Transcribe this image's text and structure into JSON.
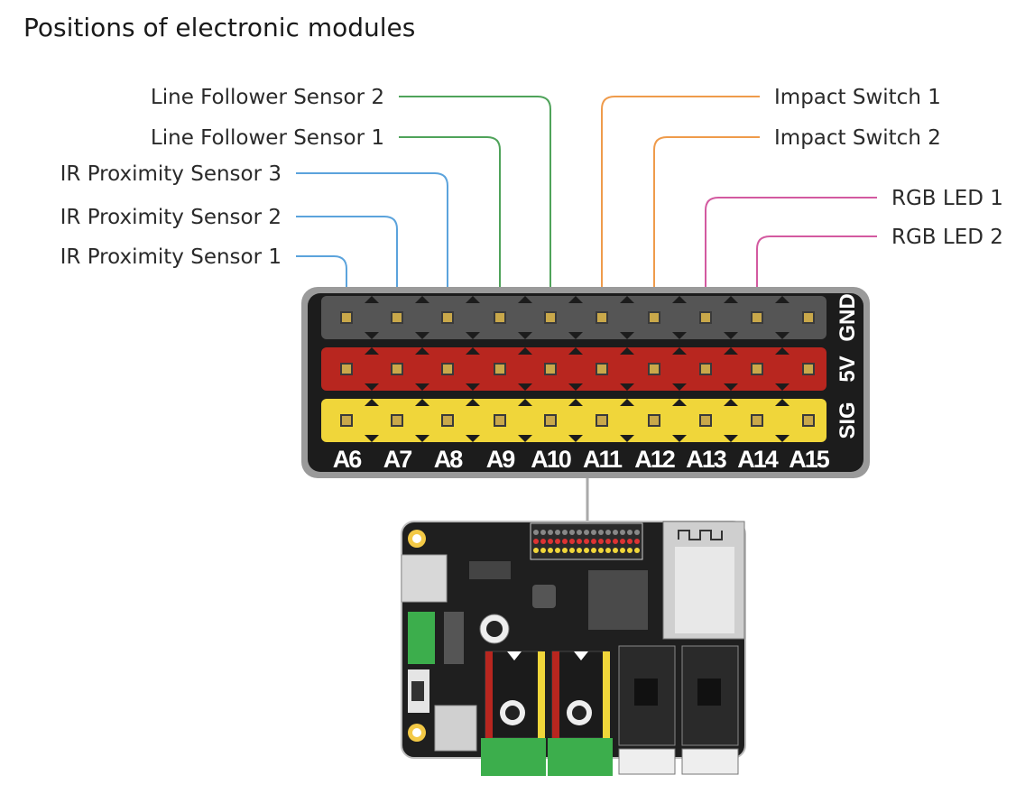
{
  "title": "Positions of electronic modules",
  "colors": {
    "blue_wire": "#5ba3dc",
    "green_wire": "#4fa35a",
    "orange_wire": "#ef9b4b",
    "pink_wire": "#d35aa0",
    "gnd_row": "#555555",
    "power_row": "#b8261f",
    "signal_row": "#f0d63a",
    "board": "#1c1c1c"
  },
  "row_labels": [
    "GND",
    "5V",
    "SIG"
  ],
  "pins": [
    "A6",
    "A7",
    "A8",
    "A9",
    "A10",
    "A11",
    "A12",
    "A13",
    "A14",
    "A15"
  ],
  "modules": [
    {
      "label": "IR Proximity Sensor 1",
      "pin": "A6",
      "color": "blue"
    },
    {
      "label": "IR Proximity Sensor 2",
      "pin": "A7",
      "color": "blue"
    },
    {
      "label": "IR Proximity Sensor 3",
      "pin": "A8",
      "color": "blue"
    },
    {
      "label": "Line Follower Sensor 1",
      "pin": "A9",
      "color": "green"
    },
    {
      "label": "Line Follower Sensor 2",
      "pin": "A10",
      "color": "green"
    },
    {
      "label": "Impact Switch 1",
      "pin": "A11",
      "color": "orange"
    },
    {
      "label": "Impact Switch 2",
      "pin": "A12",
      "color": "orange"
    },
    {
      "label": "RGB LED 1",
      "pin": "A13",
      "color": "pink"
    },
    {
      "label": "RGB LED 2",
      "pin": "A14",
      "color": "pink"
    }
  ],
  "mainboard": {
    "label_icon": "mainboard-illustration"
  }
}
